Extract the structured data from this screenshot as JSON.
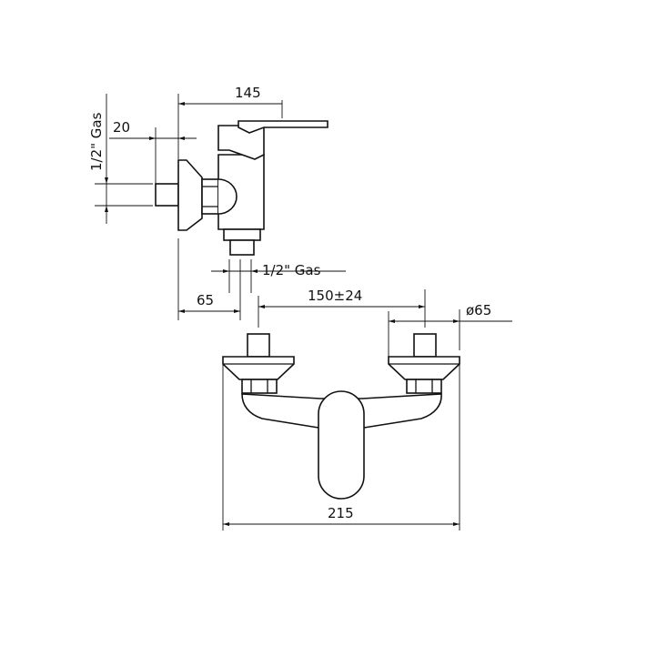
{
  "drawing": {
    "side_view": {
      "overall_depth": "145",
      "wall_offset": "20",
      "inlet_thread": "1/2\" Gas",
      "outlet_thread": "1/2\" Gas",
      "outlet_distance": "65"
    },
    "front_view": {
      "inlet_spacing": "150±24",
      "rosette_diameter": "ø65",
      "overall_width": "215"
    }
  }
}
